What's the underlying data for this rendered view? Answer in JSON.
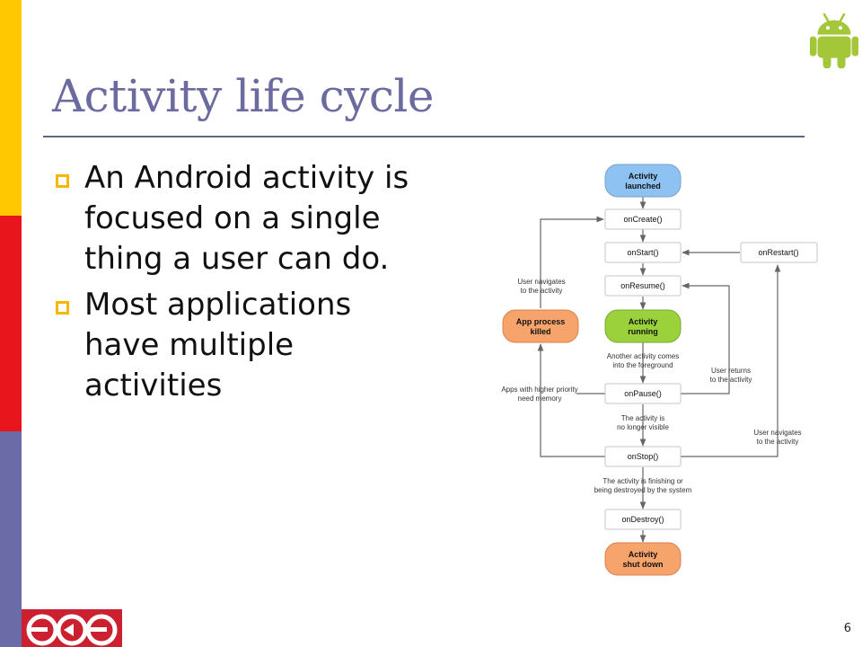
{
  "slide": {
    "title": "Activity life cycle",
    "page_number": "6",
    "bullets": [
      "An Android activity is focused on a single thing a user can do.",
      "Most applications have multiple activities"
    ],
    "sidebar_colors": [
      "#ffc800",
      "#e8161c",
      "#6b6ba8"
    ],
    "accent_color": "#f5b800",
    "android_color": "#a4c639",
    "logo_color": "#cc1f2f"
  },
  "diagram": {
    "nodes": {
      "launched": [
        "Activity",
        "launched"
      ],
      "create": "onCreate()",
      "start": "onStart()",
      "restart": "onRestart()",
      "resume": "onResume()",
      "running": [
        "Activity",
        "running"
      ],
      "killed": [
        "App process",
        "killed"
      ],
      "pause": "onPause()",
      "stop": "onStop()",
      "destroy": "onDestroy()",
      "shutdown": [
        "Activity",
        "shut down"
      ]
    },
    "labels": {
      "user_nav_left": [
        "User navigates",
        "to the activity"
      ],
      "another_activity": [
        "Another activity comes",
        "into the foreground"
      ],
      "user_returns": [
        "User returns",
        "to the activity"
      ],
      "higher_priority": [
        "Apps with higher priority",
        "need memory"
      ],
      "no_longer_visible": [
        "The activity is",
        "no longer visible"
      ],
      "user_nav_right": [
        "User navigates",
        "to the activity"
      ],
      "finishing": [
        "The activity is finishing or",
        "being destroyed by the system"
      ]
    },
    "colors": {
      "launched": "#8ec2f2",
      "running": "#9bd23c",
      "killed": "#f6a36c",
      "shutdown": "#f6a36c",
      "box_border": "#c4c4c4",
      "arrow": "#666666"
    }
  }
}
